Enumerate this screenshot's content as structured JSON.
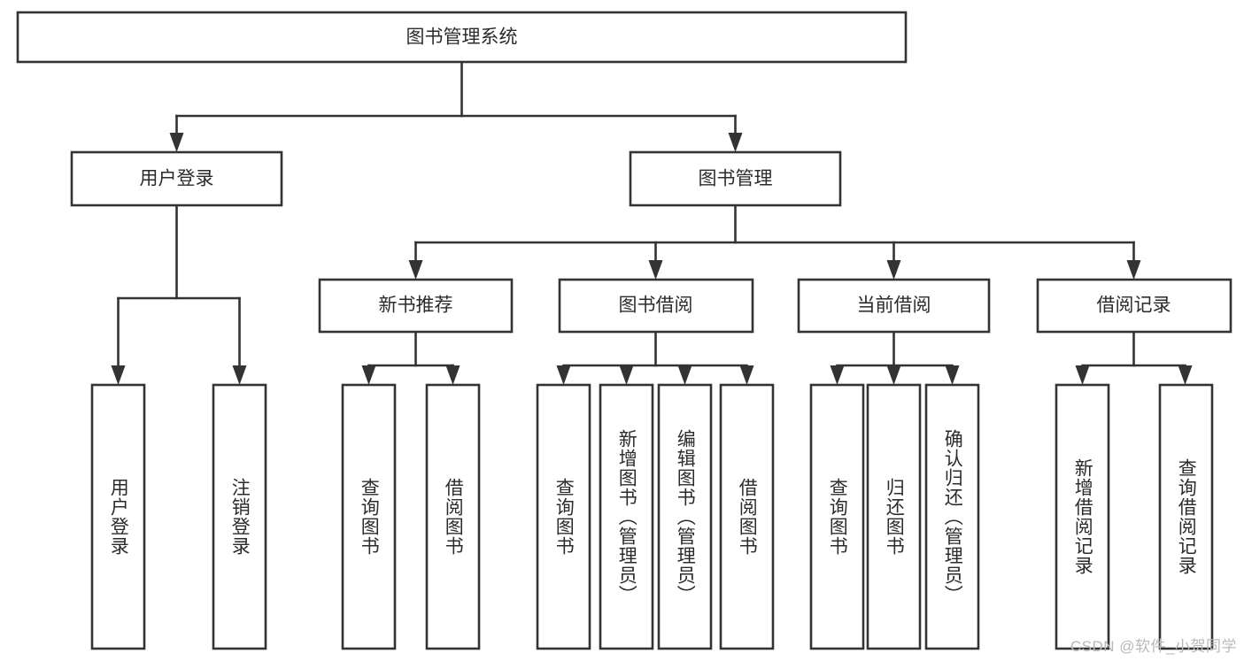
{
  "diagram": {
    "type": "tree",
    "title_node": {
      "label": "图书管理系统"
    },
    "level1": [
      {
        "id": "user-login",
        "label": "用户登录"
      },
      {
        "id": "book-management",
        "label": "图书管理"
      }
    ],
    "level2": [
      {
        "id": "new-book-recommend",
        "label": "新书推荐",
        "parent": "book-management"
      },
      {
        "id": "book-borrow",
        "label": "图书借阅",
        "parent": "book-management"
      },
      {
        "id": "current-borrow",
        "label": "当前借阅",
        "parent": "book-management"
      },
      {
        "id": "borrow-record",
        "label": "借阅记录",
        "parent": "book-management"
      }
    ],
    "leaves": [
      {
        "id": "leaf-user-login",
        "label": "用户登录",
        "parent": "user-login"
      },
      {
        "id": "leaf-logout-login",
        "label": "注销登录",
        "parent": "user-login"
      },
      {
        "id": "leaf-query-book-1",
        "label": "查询图书",
        "parent": "new-book-recommend"
      },
      {
        "id": "leaf-borrow-book-1",
        "label": "借阅图书",
        "parent": "new-book-recommend"
      },
      {
        "id": "leaf-query-book-2",
        "label": "查询图书",
        "parent": "book-borrow"
      },
      {
        "id": "leaf-add-book",
        "label": "新增图书（管理员）",
        "parent": "book-borrow"
      },
      {
        "id": "leaf-edit-book",
        "label": "编辑图书（管理员）",
        "parent": "book-borrow"
      },
      {
        "id": "leaf-borrow-book-2",
        "label": "借阅图书",
        "parent": "book-borrow"
      },
      {
        "id": "leaf-query-book-3",
        "label": "查询图书",
        "parent": "current-borrow"
      },
      {
        "id": "leaf-return-book",
        "label": "归还图书",
        "parent": "current-borrow"
      },
      {
        "id": "leaf-confirm-return",
        "label": "确认归还（管理员）",
        "parent": "current-borrow"
      },
      {
        "id": "leaf-add-record",
        "label": "新增借阅记录",
        "parent": "borrow-record"
      },
      {
        "id": "leaf-query-record",
        "label": "查询借阅记录",
        "parent": "borrow-record"
      }
    ],
    "colors": {
      "stroke": "#333333",
      "box_fill": "#ffffff",
      "text": "#2b2b2b",
      "background": "#ffffff",
      "watermark": "#b9b9b9"
    }
  },
  "watermark": {
    "text": "CSDN @软件_小贺同学"
  }
}
